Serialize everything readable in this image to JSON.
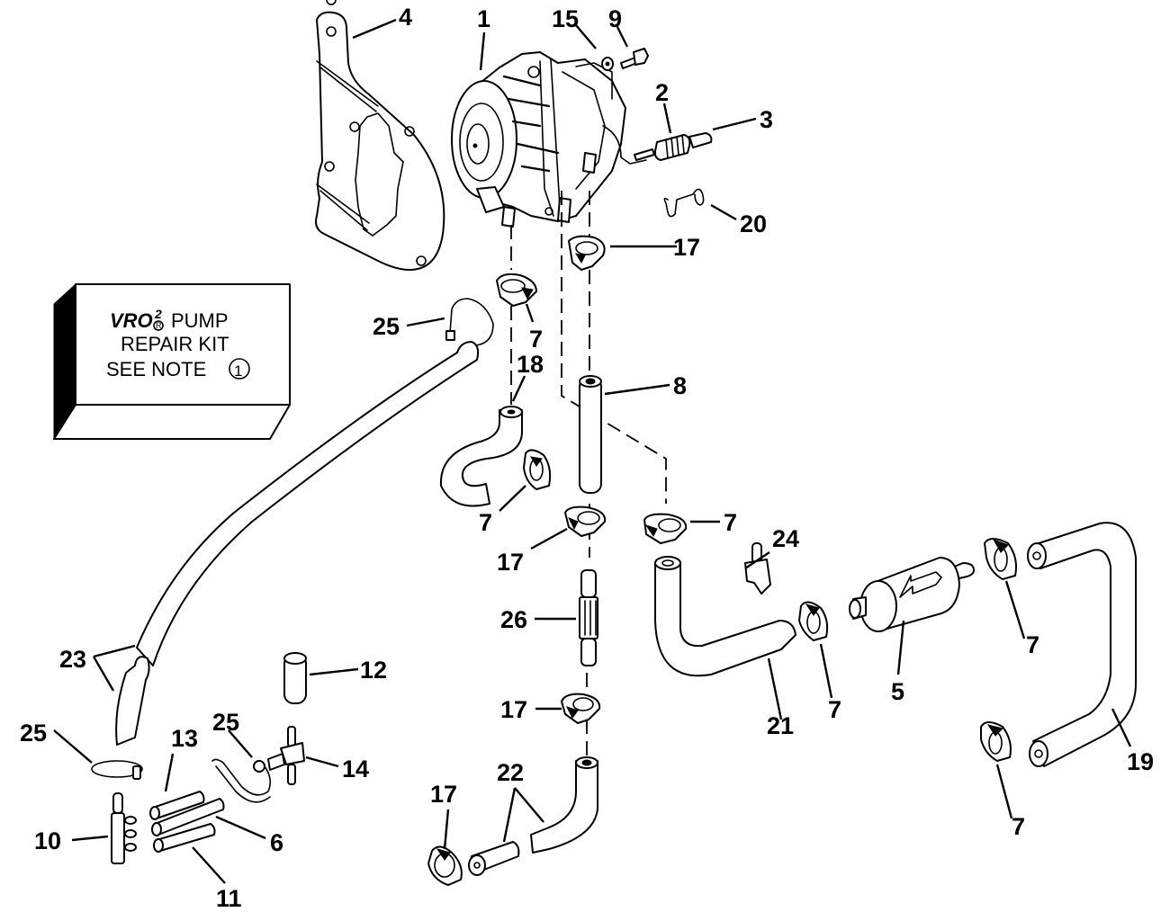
{
  "diagram": {
    "title": "VRO2 fuel pump and hose exploded parts diagram",
    "kit_box": {
      "brand": "VRO",
      "brand_superscript": "2",
      "registered_mark": "R",
      "line1_suffix": "PUMP",
      "line2": "REPAIR KIT",
      "line3_prefix": "SEE NOTE",
      "note_number": "1"
    },
    "callouts": [
      {
        "id": "c1",
        "label": "1",
        "part": "fuel-pump"
      },
      {
        "id": "c2",
        "label": "2",
        "part": "spring"
      },
      {
        "id": "c3",
        "label": "3",
        "part": "primer-fitting"
      },
      {
        "id": "c4",
        "label": "4",
        "part": "mounting-bracket"
      },
      {
        "id": "c5",
        "label": "5",
        "part": "fuel-filter"
      },
      {
        "id": "c6",
        "label": "6",
        "part": "hose"
      },
      {
        "id": "c7a",
        "label": "7",
        "part": "hose-clamp"
      },
      {
        "id": "c7b",
        "label": "7",
        "part": "hose-clamp"
      },
      {
        "id": "c7c",
        "label": "7",
        "part": "hose-clamp"
      },
      {
        "id": "c7d",
        "label": "7",
        "part": "hose-clamp"
      },
      {
        "id": "c7e",
        "label": "7",
        "part": "hose-clamp"
      },
      {
        "id": "c7f",
        "label": "7",
        "part": "hose-clamp"
      },
      {
        "id": "c8",
        "label": "8",
        "part": "straight-hose"
      },
      {
        "id": "c9",
        "label": "9",
        "part": "screw"
      },
      {
        "id": "c10",
        "label": "10",
        "part": "manifold-fitting"
      },
      {
        "id": "c11",
        "label": "11",
        "part": "hose"
      },
      {
        "id": "c12",
        "label": "12",
        "part": "plug"
      },
      {
        "id": "c13",
        "label": "13",
        "part": "hose"
      },
      {
        "id": "c14",
        "label": "14",
        "part": "tee-fitting"
      },
      {
        "id": "c15",
        "label": "15",
        "part": "washer"
      },
      {
        "id": "c17a",
        "label": "17",
        "part": "hose-clamp"
      },
      {
        "id": "c17b",
        "label": "17",
        "part": "hose-clamp"
      },
      {
        "id": "c17c",
        "label": "17",
        "part": "hose-clamp"
      },
      {
        "id": "c17d",
        "label": "17",
        "part": "hose-clamp"
      },
      {
        "id": "c18",
        "label": "18",
        "part": "formed-hose"
      },
      {
        "id": "c19",
        "label": "19",
        "part": "formed-hose"
      },
      {
        "id": "c20",
        "label": "20",
        "part": "retainer-clip"
      },
      {
        "id": "c21",
        "label": "21",
        "part": "formed-hose"
      },
      {
        "id": "c22",
        "label": "22",
        "part": "hose"
      },
      {
        "id": "c23",
        "label": "23",
        "part": "hose"
      },
      {
        "id": "c24",
        "label": "24",
        "part": "hose-fitting-clip"
      },
      {
        "id": "c25a",
        "label": "25",
        "part": "tie-strap"
      },
      {
        "id": "c25b",
        "label": "25",
        "part": "tie-strap"
      },
      {
        "id": "c25c",
        "label": "25",
        "part": "tie-strap"
      },
      {
        "id": "c26",
        "label": "26",
        "part": "in-line-filter"
      }
    ]
  }
}
